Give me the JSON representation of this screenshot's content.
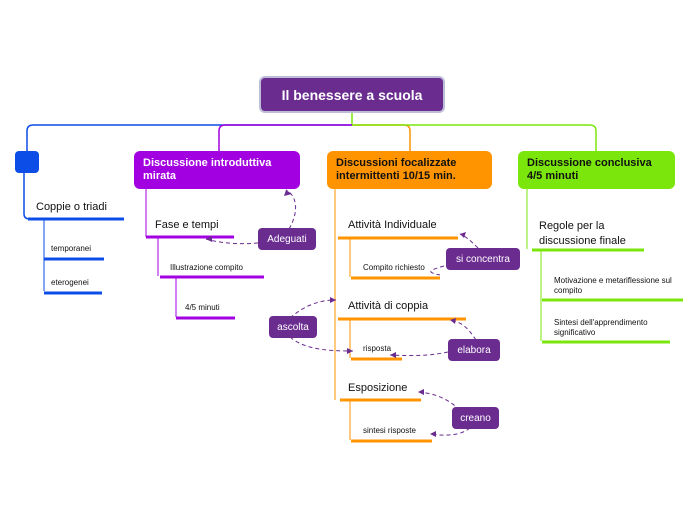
{
  "title": "Il benessere a scuola",
  "branches": {
    "blue": {
      "label": "",
      "child": "Coppie o triadi",
      "subs": [
        "temporanei",
        "eterogenei"
      ]
    },
    "purple": {
      "label": "Discussione introduttiva mirata",
      "child": "Fase e tempi",
      "sub": "Illustrazione compito",
      "subsub": "4/5 minuti",
      "tag": "Adeguati"
    },
    "orange": {
      "label": "Discussioni focalizzate intermittenti 10/15 min.",
      "items": [
        {
          "label": "Attività Individuale",
          "sub": "Compito richiesto",
          "tag": "si concentra"
        },
        {
          "label": "Attività di coppia",
          "sub": "risposta",
          "tag": "elabora"
        },
        {
          "label": "Esposizione",
          "sub": "sintesi risposte",
          "tag": "creano"
        }
      ],
      "extra_tag": "ascolta"
    },
    "green": {
      "label": "Discussione conclusiva 4/5 minuti",
      "child": "Regole per la discussione finale",
      "subs": [
        "Motivazione e metariflessione sul compito",
        "Sintesi dell'apprendimento significativo"
      ]
    }
  },
  "colors": {
    "root": "#6a2c8f",
    "blue": "#0b4de6",
    "purple": "#a200e0",
    "orange": "#ff9400",
    "green": "#7be60c",
    "tag": "#6a2c8f"
  }
}
